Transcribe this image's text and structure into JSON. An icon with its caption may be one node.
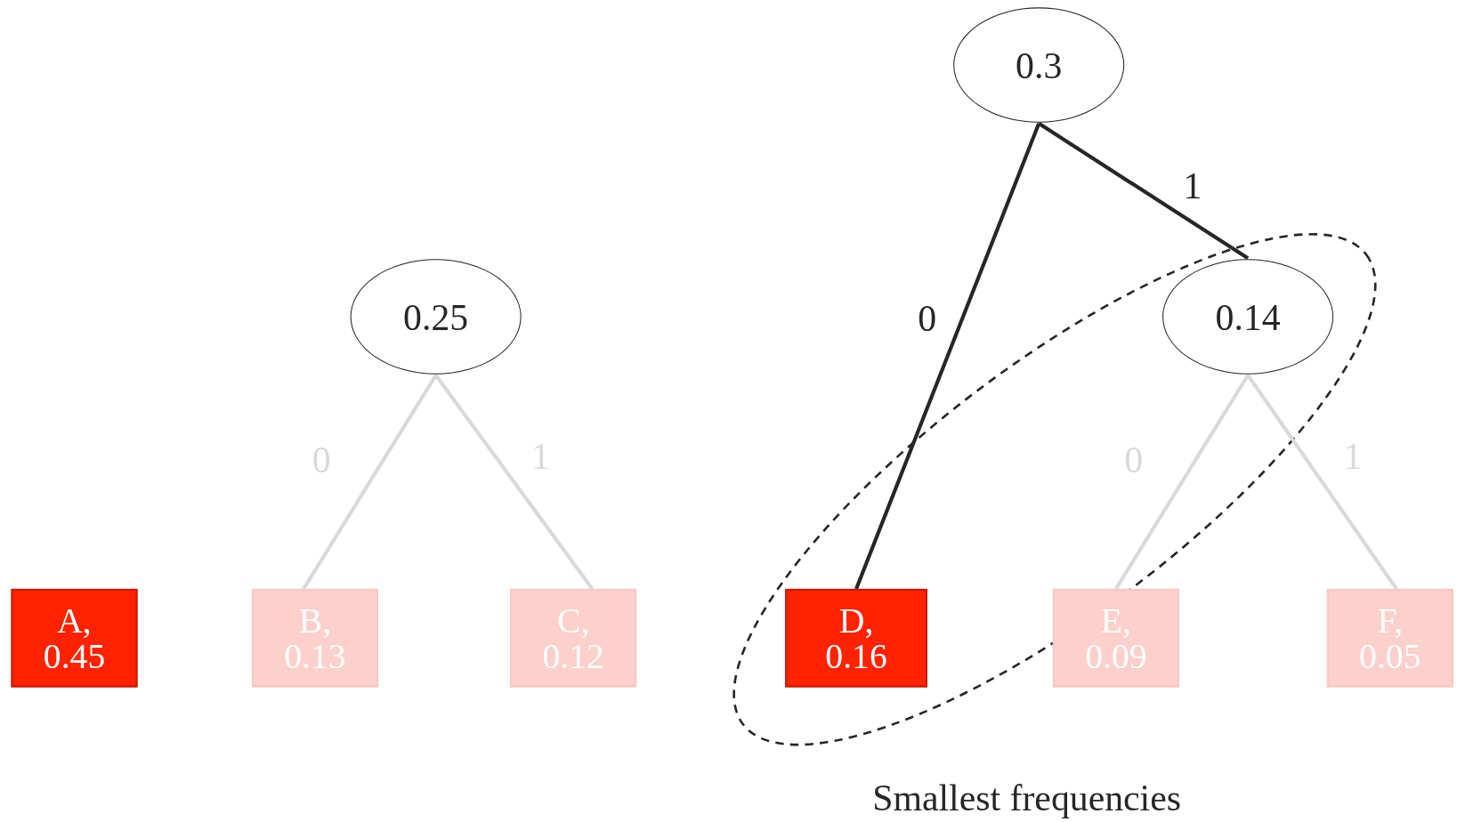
{
  "diagram": {
    "nodes": [
      {
        "text": [
          "0.3"
        ]
      },
      {
        "text": [
          "0.25"
        ]
      },
      {
        "text": [
          "0.14"
        ]
      },
      {
        "text": [
          "A, 0.45"
        ]
      },
      {
        "text": [
          "B, 0.13"
        ]
      },
      {
        "text": [
          "C, 0.12"
        ]
      },
      {
        "text": [
          "D, 0.16"
        ]
      },
      {
        "text": [
          "E, 0.09"
        ]
      },
      {
        "text": [
          "F, 0.05"
        ]
      }
    ],
    "edges": [
      {
        "from": 0,
        "to": 6,
        "arrow": "none",
        "label": "0",
        "color": "#262626"
      },
      {
        "from": 0,
        "to": 2,
        "arrow": "none",
        "label": "1",
        "color": "#262626"
      },
      {
        "from": 1,
        "to": 4,
        "arrow": "none",
        "label": "0"
      },
      {
        "from": 1,
        "to": 5,
        "arrow": "none",
        "label": "1"
      },
      {
        "from": 2,
        "to": 7,
        "arrow": "none",
        "label": "0"
      },
      {
        "from": 2,
        "to": 8,
        "arrow": "none",
        "label": "1"
      }
    ],
    "labels": [
      "Smallest frequencies"
    ]
  }
}
